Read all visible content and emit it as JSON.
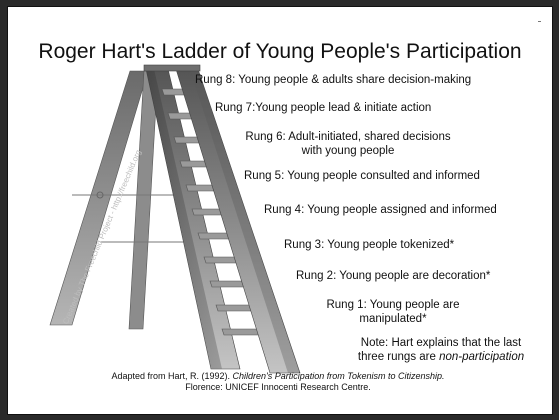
{
  "title": "Roger Hart's Ladder of Young People's Participation",
  "watermark": "Created by The Freechild Project - http://freechild.org",
  "rungs": [
    {
      "line1": "Rung 8: Young people & adults share decision-making",
      "line2": ""
    },
    {
      "line1": "Rung 7:Young people lead & initiate action",
      "line2": ""
    },
    {
      "line1": "Rung 6: Adult-initiated, shared decisions",
      "line2": "with young people"
    },
    {
      "line1": "Rung 5: Young people consulted and informed",
      "line2": ""
    },
    {
      "line1": "Rung 4: Young people assigned and informed",
      "line2": ""
    },
    {
      "line1": "Rung 3: Young people tokenized*",
      "line2": ""
    },
    {
      "line1": "Rung 2: Young people are decoration*",
      "line2": ""
    },
    {
      "line1": "Rung 1: Young people are",
      "line2": "manipulated*"
    }
  ],
  "note": {
    "line1": "Note: Hart explains that the last",
    "line2_prefix": "three rungs are ",
    "line2_emphasis": "non-participation"
  },
  "citation": {
    "prefix": "Adapted from Hart, R. (1992). ",
    "book_title": "Children's Participation from Tokenism to Citizenship.",
    "publisher": "Florence: UNICEF Innocenti Research Centre."
  }
}
